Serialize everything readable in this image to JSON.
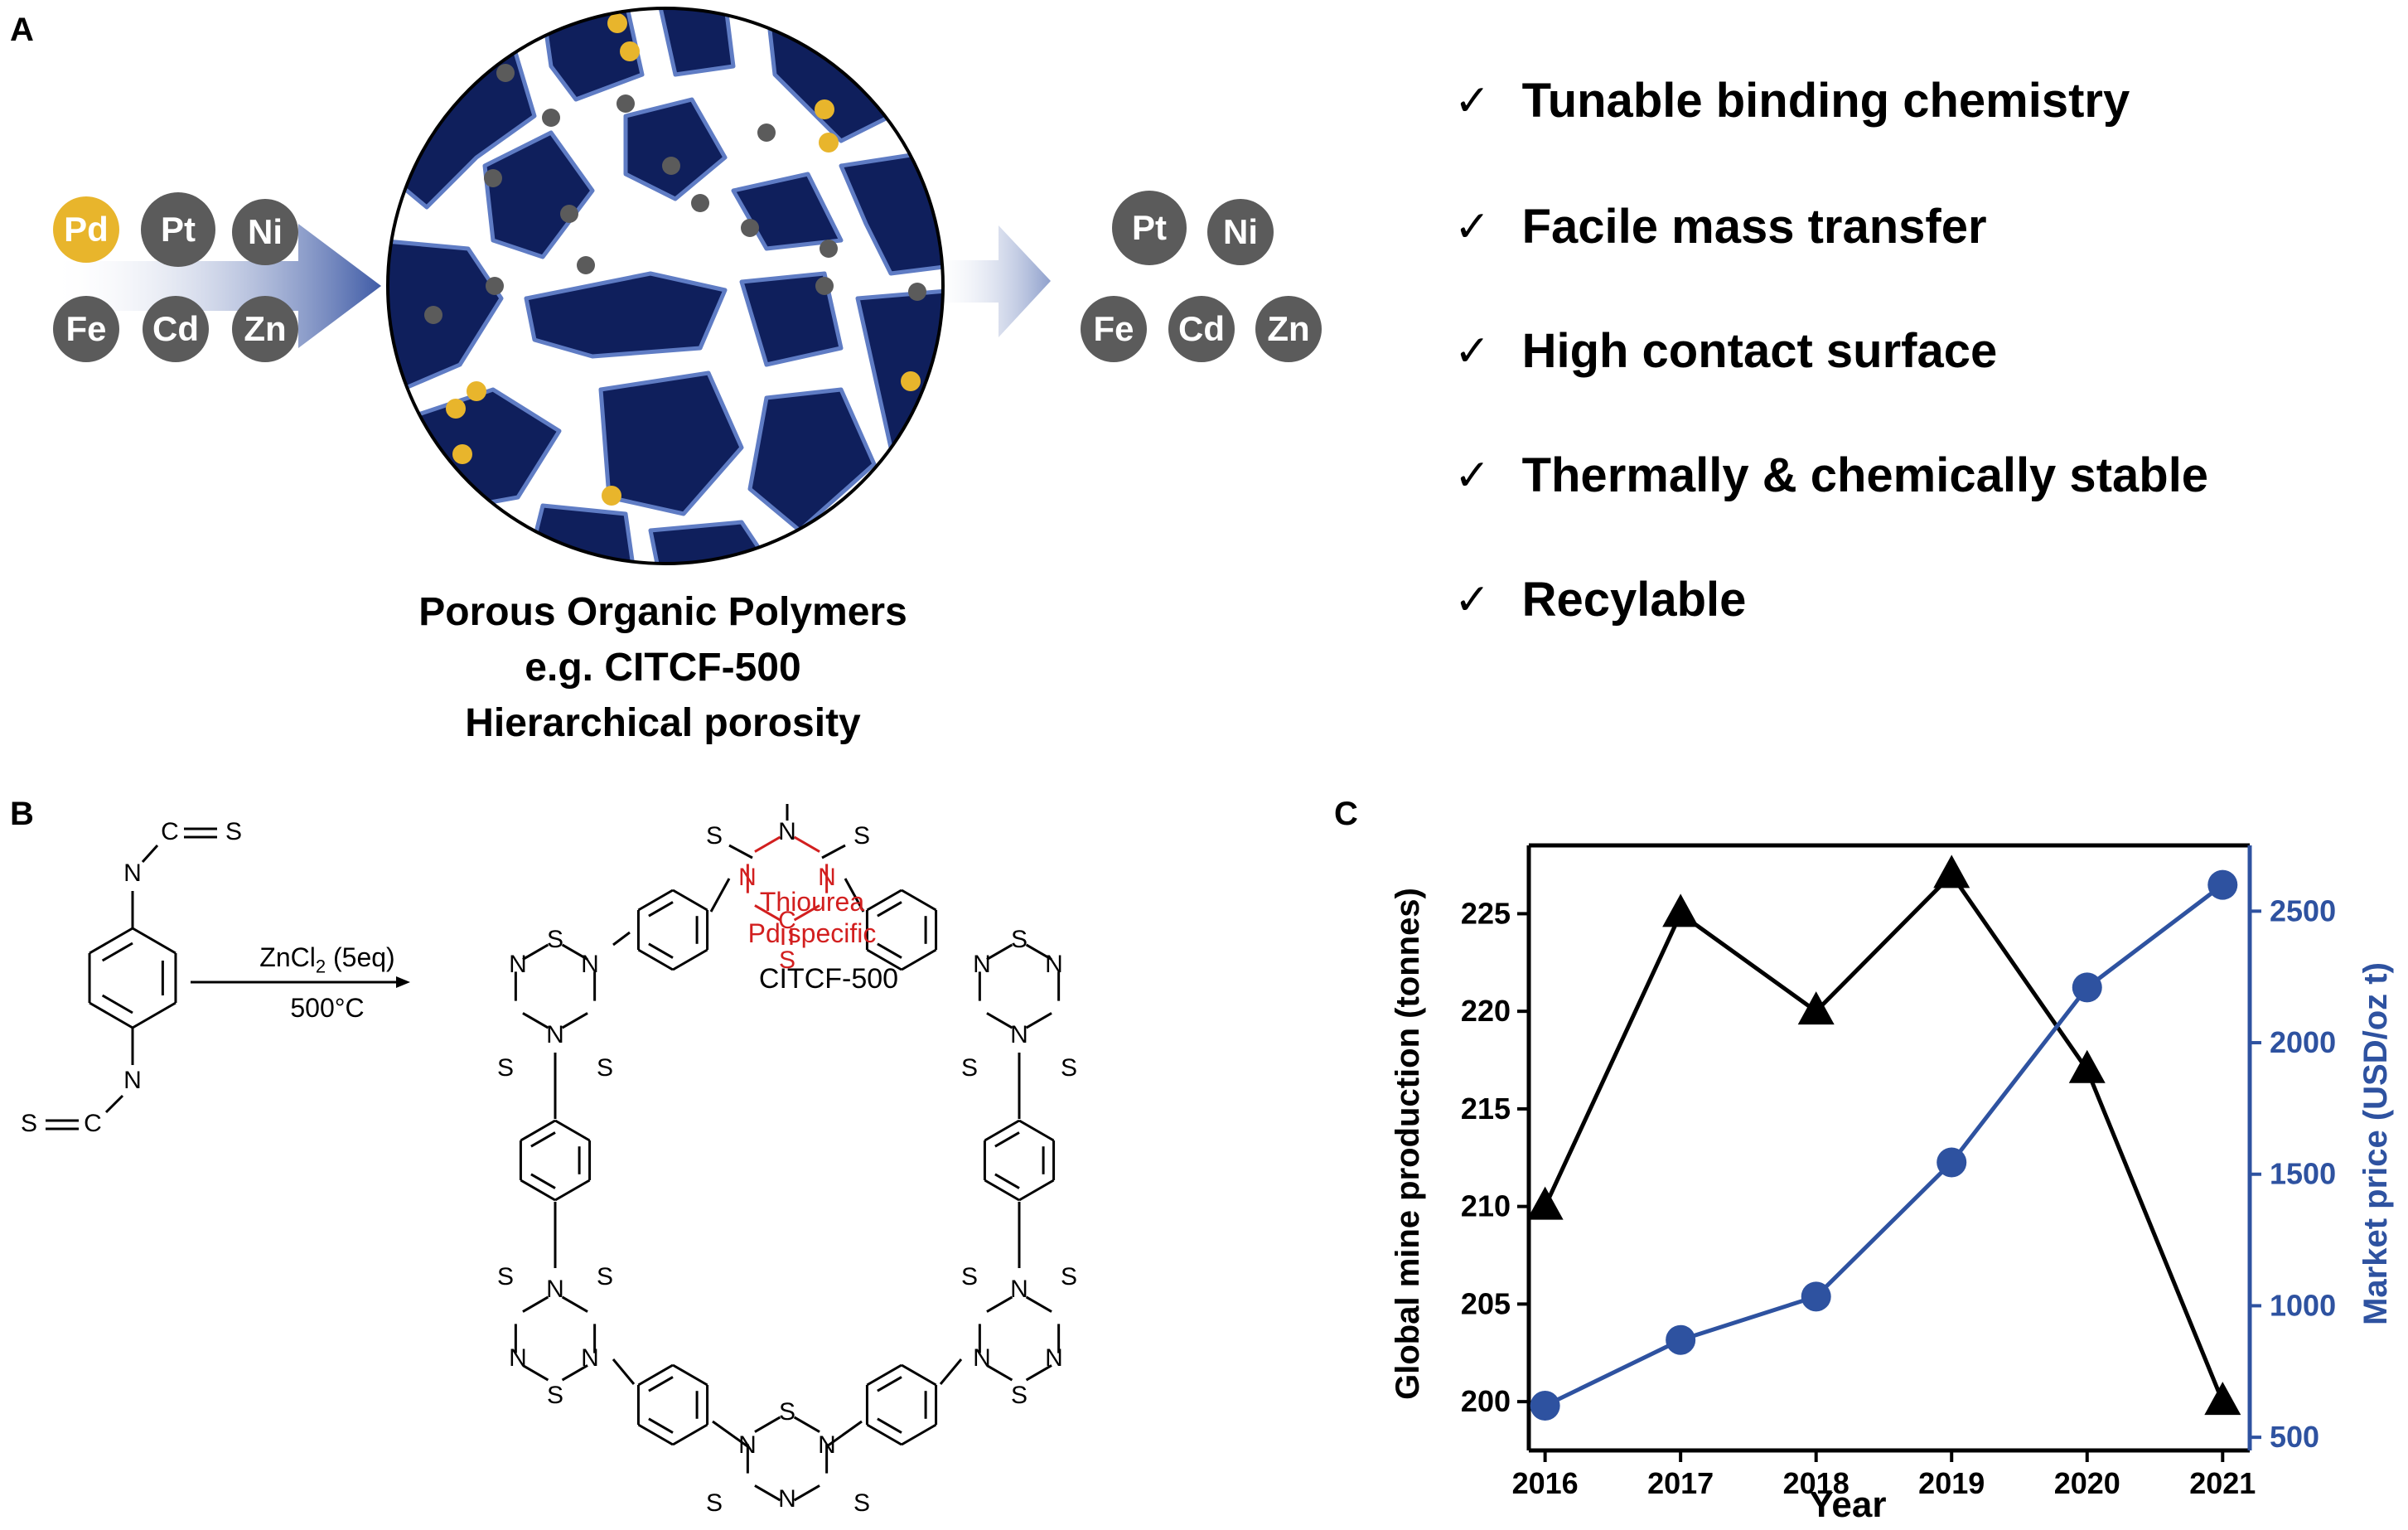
{
  "panel_a": {
    "letter": "A",
    "metals_in": [
      {
        "symbol": "Pd",
        "color": "#e8b52c"
      },
      {
        "symbol": "Pt",
        "color": "#5b5b5b"
      },
      {
        "symbol": "Ni",
        "color": "#5b5b5b"
      },
      {
        "symbol": "Fe",
        "color": "#5b5b5b"
      },
      {
        "symbol": "Cd",
        "color": "#5b5b5b"
      },
      {
        "symbol": "Zn",
        "color": "#5b5b5b"
      }
    ],
    "metals_out": [
      {
        "symbol": "Pt",
        "color": "#5b5b5b"
      },
      {
        "symbol": "Ni",
        "color": "#5b5b5b"
      },
      {
        "symbol": "Fe",
        "color": "#5b5b5b"
      },
      {
        "symbol": "Cd",
        "color": "#5b5b5b"
      },
      {
        "symbol": "Zn",
        "color": "#5b5b5b"
      }
    ],
    "caption": [
      "Porous Organic Polymers",
      "e.g. CITCF-500",
      "Hierarchical porosity"
    ],
    "features": [
      "Tunable binding chemistry",
      "Facile mass transfer",
      "High contact surface",
      "Thermally & chemically stable",
      "Recylable"
    ],
    "check_symbol": "✓",
    "polymer_color": "#0f1f5c",
    "pd_color": "#e8b52c",
    "metal_dot_color": "#5b5b5b"
  },
  "panel_b": {
    "letter": "B",
    "reagent": "ZnCl",
    "reagent_sub": "2",
    "reagent_eq": " (5eq)",
    "temperature": "500°C",
    "product_name": "CITCF-500",
    "highlight_label_1": "Thiourea",
    "highlight_label_2": "Pd specific",
    "highlight_color": "#d21f1f",
    "atom_S": "S",
    "atom_N": "N",
    "atom_C": "C"
  },
  "panel_c": {
    "letter": "C",
    "chart_data": {
      "type": "line",
      "x": [
        2016,
        2017,
        2018,
        2019,
        2020,
        2021
      ],
      "xlabel": "Year",
      "series": [
        {
          "axis": "left",
          "marker": "triangle",
          "color": "#000000",
          "values": [
            210,
            225,
            220,
            227,
            217,
            200
          ]
        },
        {
          "axis": "right",
          "marker": "circle",
          "color": "#2e52a0",
          "values": [
            620,
            870,
            1035,
            1545,
            2210,
            2600
          ]
        }
      ],
      "ylabel_left": "Global mine production (tonnes)",
      "ylabel_right": "Market price (USD/oz t)",
      "ylim_left": [
        197.5,
        228.5
      ],
      "yticks_left": [
        200,
        205,
        210,
        215,
        220,
        225
      ],
      "ylim_right": [
        450,
        2750
      ],
      "yticks_right": [
        500,
        1000,
        1500,
        2000,
        2500
      ],
      "xlim": [
        2015.88,
        2021.2
      ],
      "grid": false
    }
  }
}
